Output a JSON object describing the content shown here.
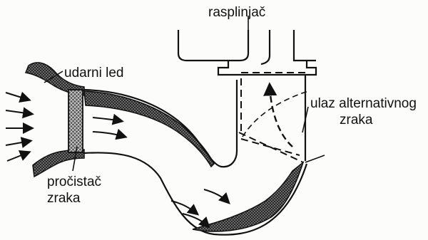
{
  "labels": {
    "carburetor": "rasplinjač",
    "impact_ice": "udarni led",
    "alternate_air_line1": "ulaz alternativnog",
    "alternate_air_line2": "zraka",
    "air_filter_line1": "pročistač",
    "air_filter_line2": "zraka"
  },
  "colors": {
    "ink": "#111111",
    "ice_fill": "#3a3a3a",
    "background": "#fcfcfb"
  }
}
